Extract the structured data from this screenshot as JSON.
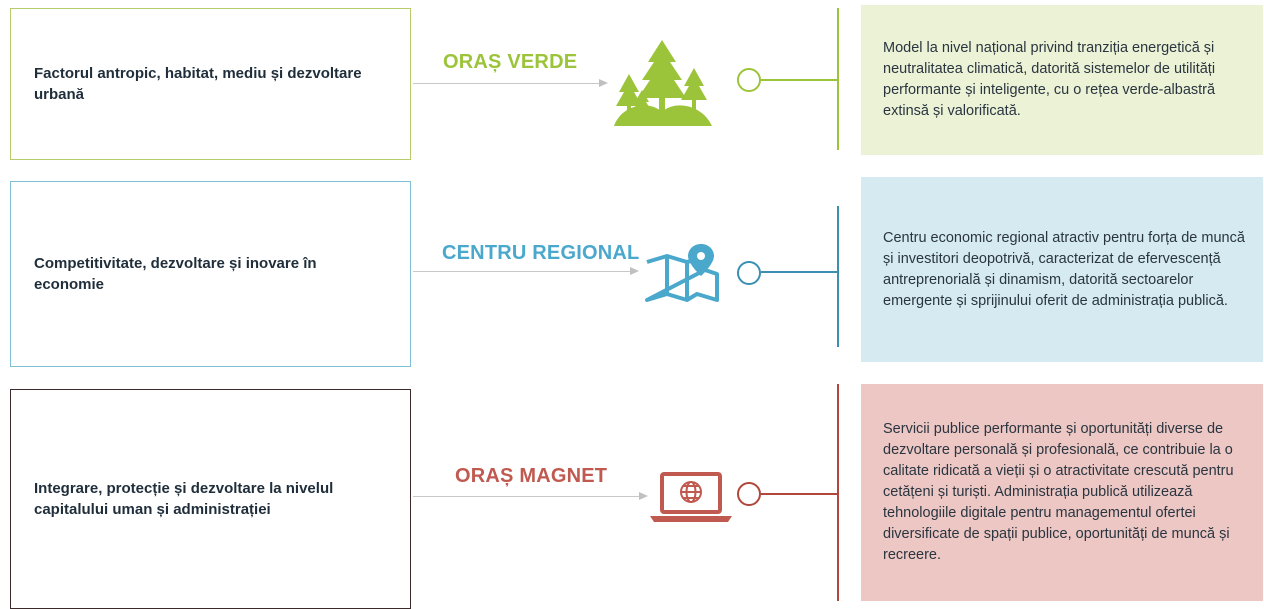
{
  "rows": [
    {
      "left_text": "Factorul antropic, habitat, mediu și dezvoltare urbană",
      "tag": "ORAȘ VERDE",
      "icon": "forest-icon",
      "color": "#9cc43a",
      "bg": "#ebf2d6",
      "right_text": "Model la nivel național privind tranziția energetică și neutralitatea climatică, datorită sistemelor de utilități performante și inteligente, cu o rețea verde-albastră extinsă și valorificată."
    },
    {
      "left_text": "Competitivitate, dezvoltare și inovare în economie",
      "tag": "CENTRU REGIONAL",
      "icon": "map-pin-icon",
      "color": "#4aa8cc",
      "bg": "#d6eaf1",
      "right_text": "Centru economic regional atractiv pentru forța de muncă și investitori deopotrivă, caracterizat de efervescență antreprenorială și dinamism, datorită sectoarelor emergente și sprijinului oferit de administrația publică."
    },
    {
      "left_text": "Integrare, protecție și dezvoltare la nivelul capitalului uman și administrației",
      "tag": "ORAȘ MAGNET",
      "icon": "laptop-globe-icon",
      "color": "#c05a50",
      "bg": "#ecc7c4",
      "right_text": "Servicii publice performante și oportunități diverse de dezvoltare personală și profesională, ce contribuie la o calitate ridicată a vieții și o atractivitate crescută pentru cetățeni și turiști. Administrația publică utilizează tehnologiile digitale pentru managementul ofertei diversificate de spații publice, oportunități de muncă și recreere."
    }
  ]
}
